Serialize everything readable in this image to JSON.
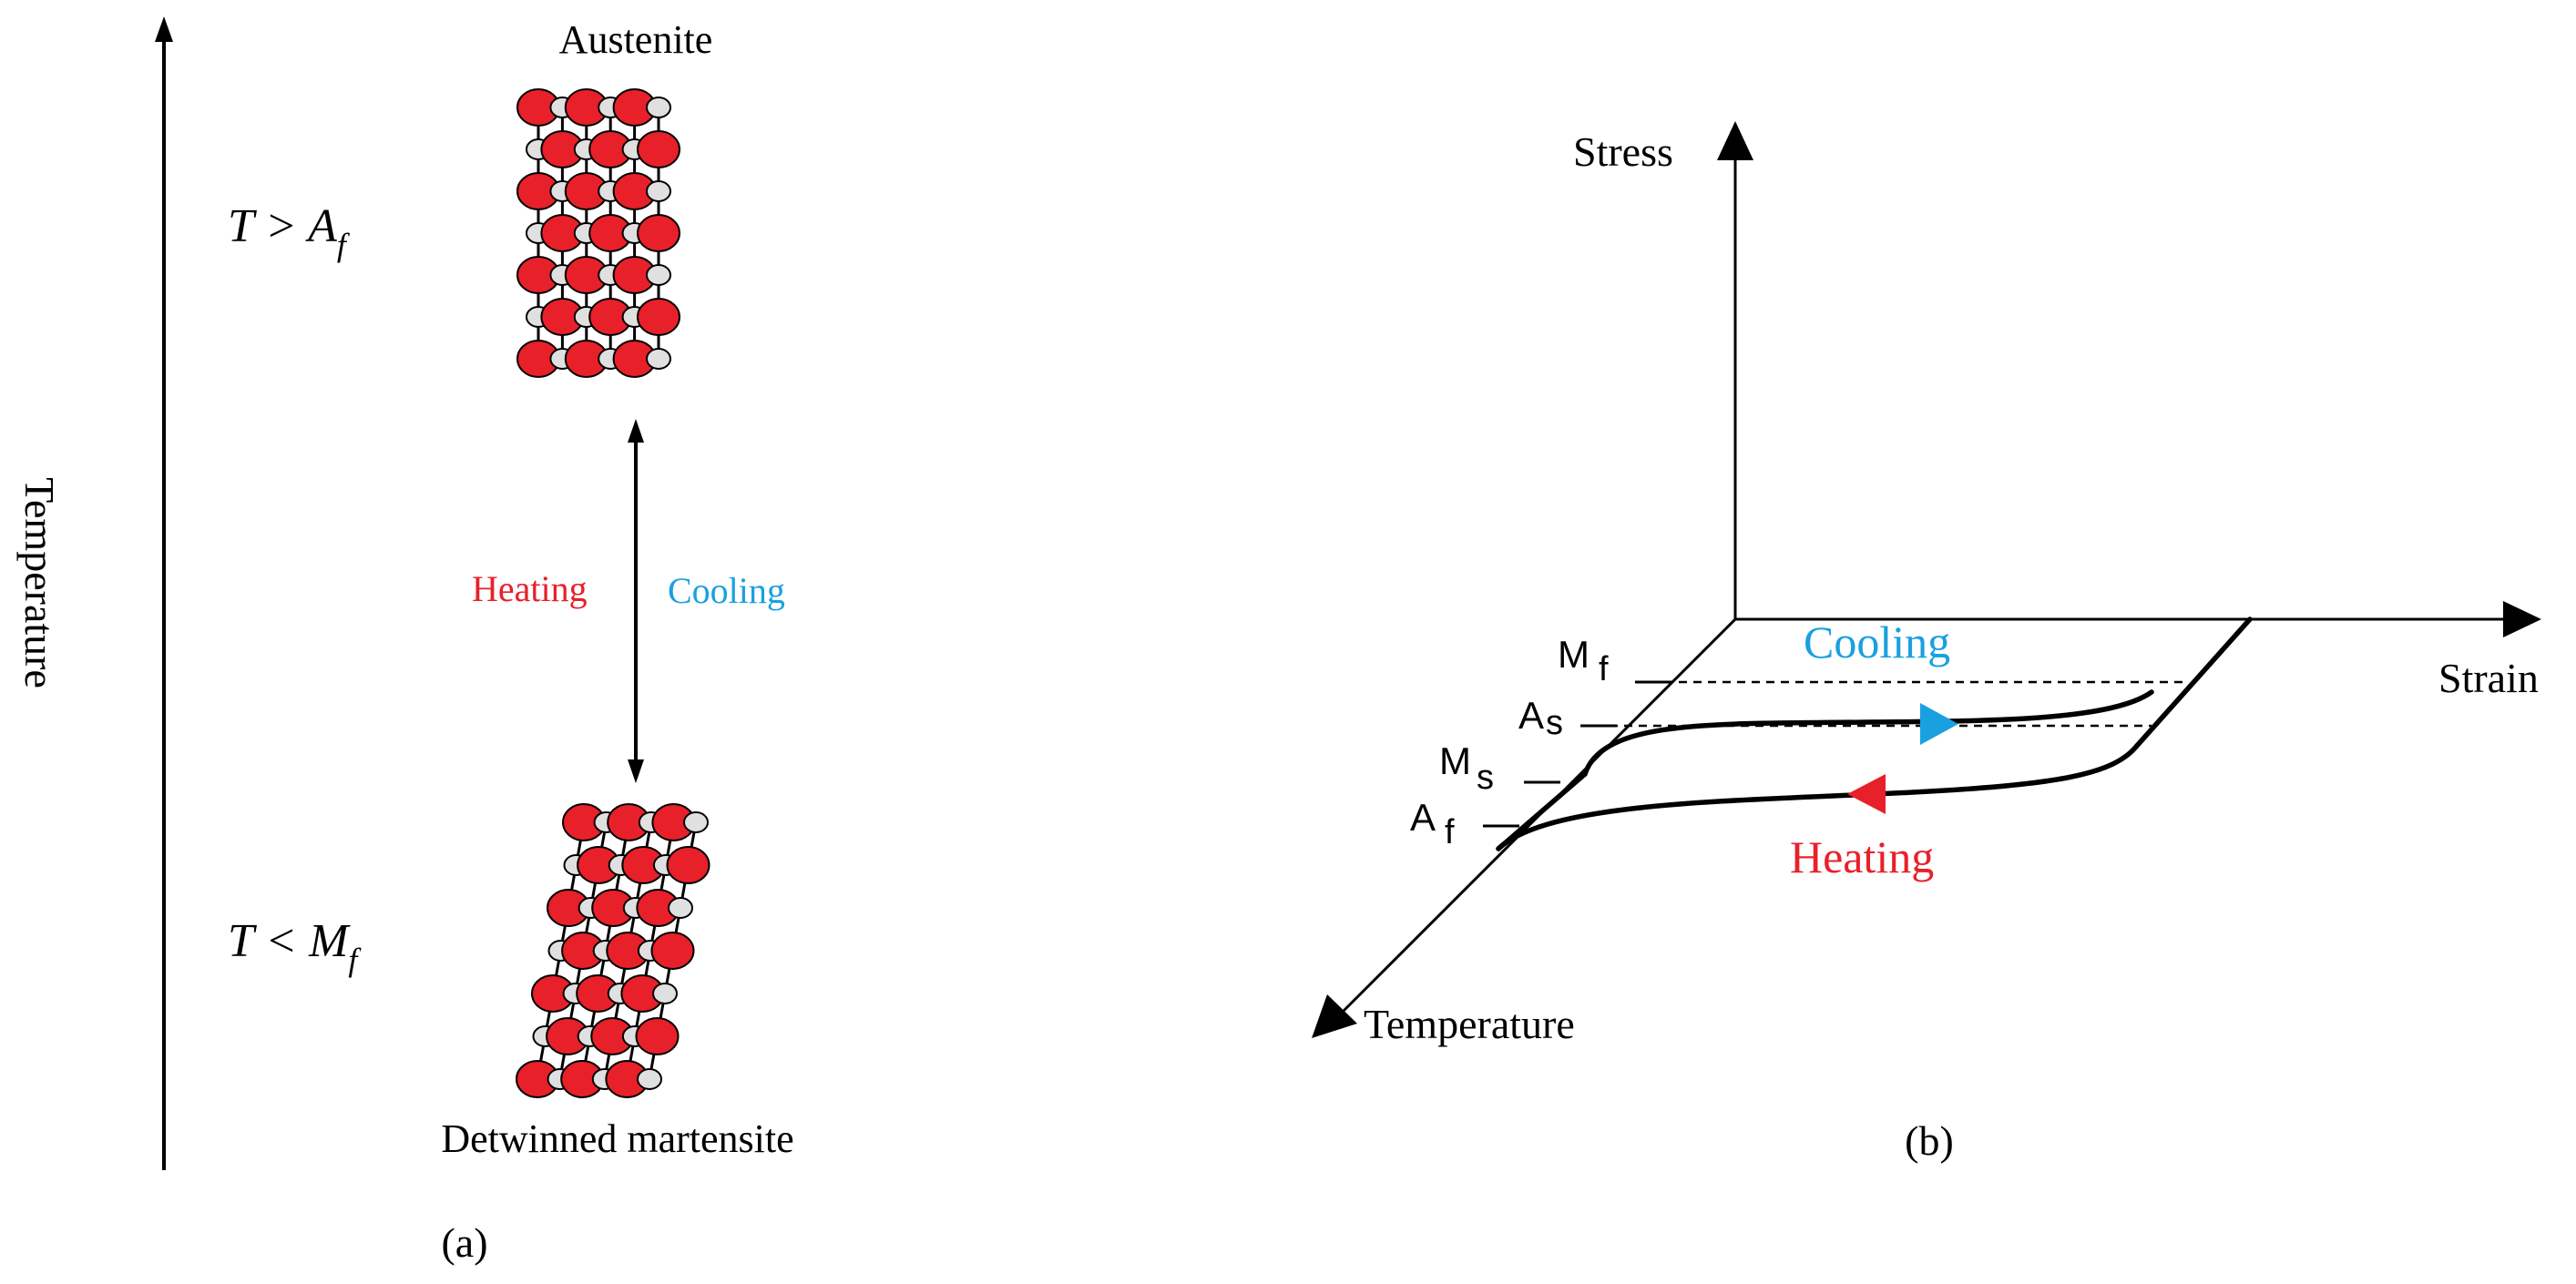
{
  "panel_a": {
    "axis_label": "Temperature",
    "austenite_label": "Austenite",
    "martensite_label": "Detwinned martensite",
    "cond_high": {
      "pre": "T > A",
      "sub": "f"
    },
    "cond_low": {
      "pre": "T < M",
      "sub": "f"
    },
    "heating_label": "Heating",
    "cooling_label": "Cooling",
    "caption": "(a)"
  },
  "panel_b": {
    "stress_label": "Stress",
    "strain_label": "Strain",
    "temperature_label": "Temperature",
    "cooling_label": "Cooling",
    "heating_label": "Heating",
    "levels": [
      {
        "main": "M",
        "sub": "f"
      },
      {
        "main": "A",
        "sub": "s"
      },
      {
        "main": "M",
        "sub": "s"
      },
      {
        "main": "A",
        "sub": "f"
      }
    ],
    "caption": "(b)"
  },
  "colors": {
    "heating": "#e8202a",
    "cooling": "#1aa0e0",
    "atom_large": "#e8202a",
    "atom_small": "#e0e0e0",
    "line": "#000000"
  }
}
